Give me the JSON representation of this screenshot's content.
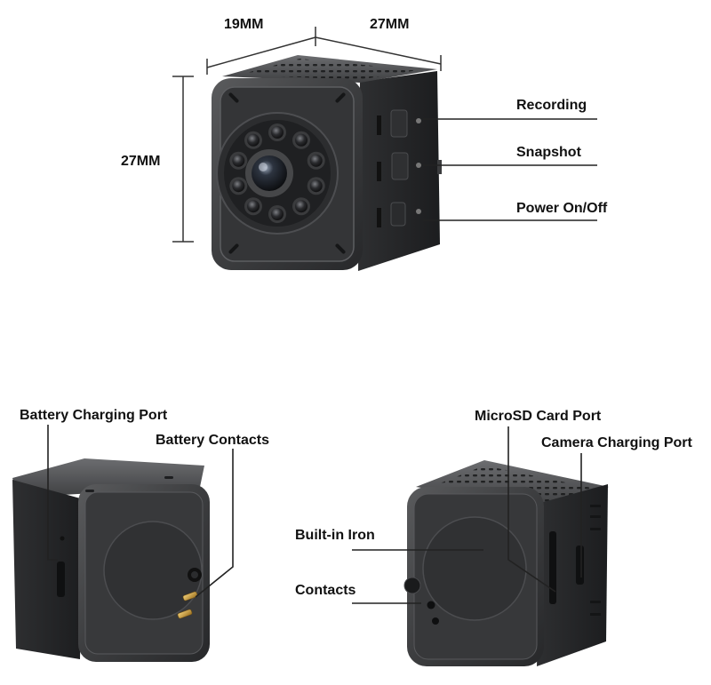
{
  "dimensions": {
    "width_top": "19MM",
    "depth_top": "27MM",
    "height_side": "27MM"
  },
  "front_callouts": {
    "recording": "Recording",
    "snapshot": "Snapshot",
    "power": "Power On/Off"
  },
  "back_left_callouts": {
    "battery_charging_port": "Battery Charging Port",
    "battery_contacts": "Battery Contacts"
  },
  "back_right_callouts": {
    "microsd_port": "MicroSD Card Port",
    "camera_charging_port": "Camera Charging Port",
    "built_in_iron": "Built-in Iron",
    "contacts": "Contacts"
  }
}
